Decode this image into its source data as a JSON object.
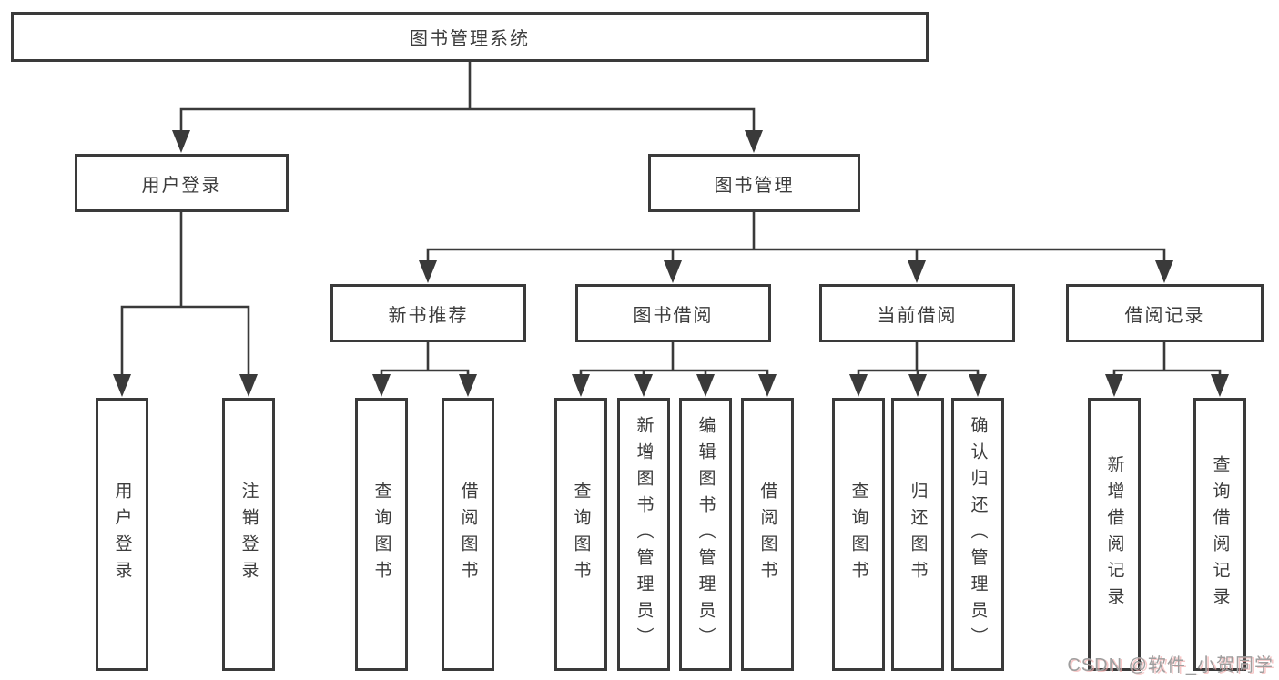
{
  "diagram": {
    "root": {
      "label": "图书管理系统"
    },
    "branches": [
      {
        "id": "user-login",
        "label": "用户登录"
      },
      {
        "id": "book-management",
        "label": "图书管理"
      }
    ],
    "modules": [
      {
        "id": "new-book-recommend",
        "label": "新书推荐",
        "parent": "图书管理"
      },
      {
        "id": "book-borrowing",
        "label": "图书借阅",
        "parent": "图书管理"
      },
      {
        "id": "current-borrowing",
        "label": "当前借阅",
        "parent": "图书管理"
      },
      {
        "id": "borrowing-records",
        "label": "借阅记录",
        "parent": "图书管理"
      }
    ],
    "leaves": [
      {
        "label": "用户登录",
        "parent": "用户登录"
      },
      {
        "label": "注销登录",
        "parent": "用户登录"
      },
      {
        "label": "查询图书",
        "parent": "新书推荐"
      },
      {
        "label": "借阅图书",
        "parent": "新书推荐"
      },
      {
        "label": "查询图书",
        "parent": "图书借阅"
      },
      {
        "label": "新增图书（管理员）",
        "parent": "图书借阅"
      },
      {
        "label": "编辑图书（管理员）",
        "parent": "图书借阅"
      },
      {
        "label": "借阅图书",
        "parent": "图书借阅"
      },
      {
        "label": "查询图书",
        "parent": "当前借阅"
      },
      {
        "label": "归还图书",
        "parent": "当前借阅"
      },
      {
        "label": "确认归还（管理员）",
        "parent": "当前借阅"
      },
      {
        "label": "新增借阅记录",
        "parent": "借阅记录"
      },
      {
        "label": "查询借阅记录",
        "parent": "借阅记录"
      }
    ],
    "colors": {
      "line": "#3a3a3a",
      "text": "#3c3c3c",
      "box_bg": "#ffffff",
      "background": "#ffffff"
    }
  },
  "watermark": {
    "text": "CSDN @软件_小贺同学"
  }
}
